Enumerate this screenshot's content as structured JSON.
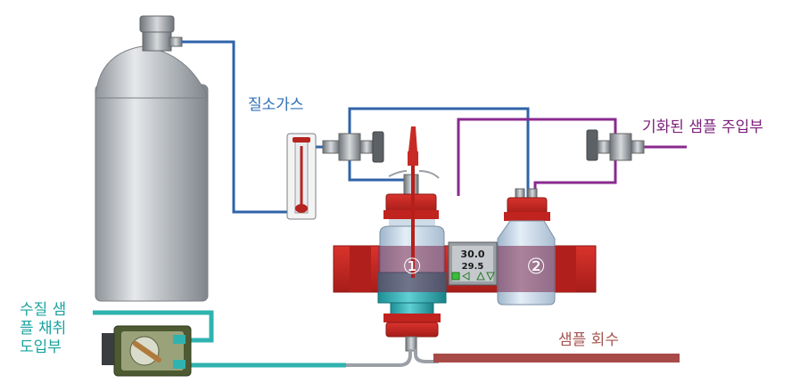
{
  "labels": {
    "nitrogen_gas": "질소가스",
    "vaporized_sample_inlet": "기화된 샘플 주입부",
    "water_sample_intake": "수질 샘플 채취 도입부",
    "sample_return": "샘플 회수"
  },
  "controller": {
    "setpoint": "30.0",
    "current": "29.5"
  },
  "vessel_numbers": {
    "vessel_1": "①",
    "vessel_2": "②"
  },
  "colors": {
    "nitrogen_line": "#2f63a8",
    "sample_line": "#8a2a8e",
    "water_line": "#2fb3b0",
    "return_line": "#a84a48",
    "heater_block": "#c42a24",
    "cap": "#b81e22",
    "label_blue": "#2f6fb5",
    "label_purple": "#7a1f7a",
    "label_teal": "#1aa3a0",
    "label_brown": "#a5544f"
  },
  "icons": [
    "gas-cylinder-icon",
    "flowmeter-icon",
    "needle-valve-icon",
    "peristaltic-pump-icon",
    "gauge-icon"
  ]
}
